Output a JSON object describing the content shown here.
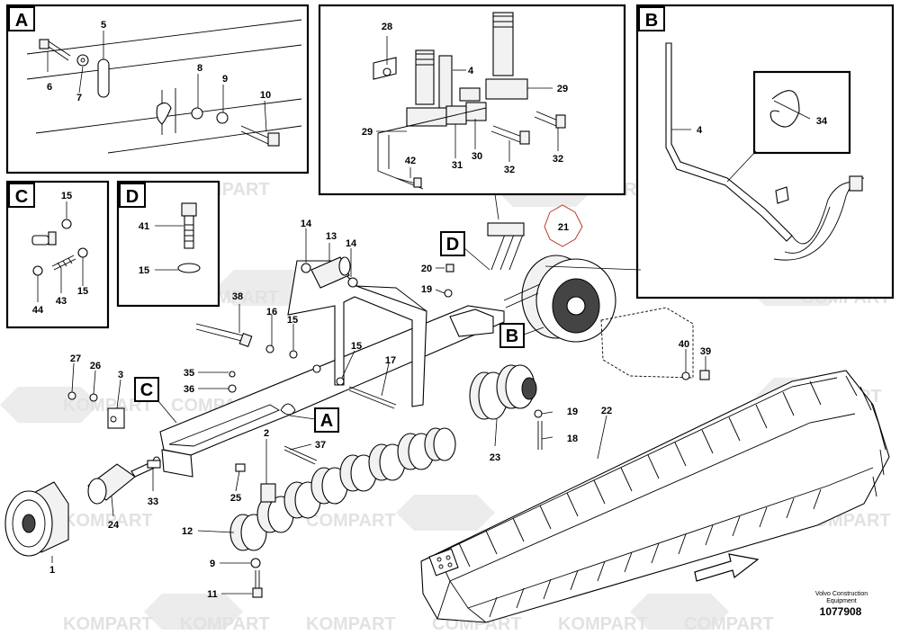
{
  "watermark_text": [
    "KOMPART",
    "COMPART"
  ],
  "detail_tags": {
    "A": "A",
    "B": "B",
    "C": "C",
    "D": "D"
  },
  "highlight_color": "#c0392b",
  "credit": {
    "line1": "Volvo Construction",
    "line2": "Equipment"
  },
  "document_number": "1077908",
  "callouts": {
    "p1": "1",
    "p2": "2",
    "p3": "3",
    "p4": "4",
    "p5": "5",
    "p6": "6",
    "p7": "7",
    "p8": "8",
    "p9": "9",
    "p10": "10",
    "p11": "11",
    "p12": "12",
    "p13": "13",
    "p14": "14",
    "p15": "15",
    "p16": "16",
    "p17": "17",
    "p18": "18",
    "p19": "19",
    "p20": "20",
    "p21": "21",
    "p22": "22",
    "p23": "23",
    "p24": "24",
    "p25": "25",
    "p26": "26",
    "p27": "27",
    "p28": "28",
    "p29": "29",
    "p30": "30",
    "p31": "31",
    "p32": "32",
    "p33": "33",
    "p34": "34",
    "p35": "35",
    "p36": "36",
    "p37": "37",
    "p38": "38",
    "p39": "39",
    "p40": "40",
    "p41": "41",
    "p42": "42",
    "p43": "43",
    "p44": "44"
  }
}
